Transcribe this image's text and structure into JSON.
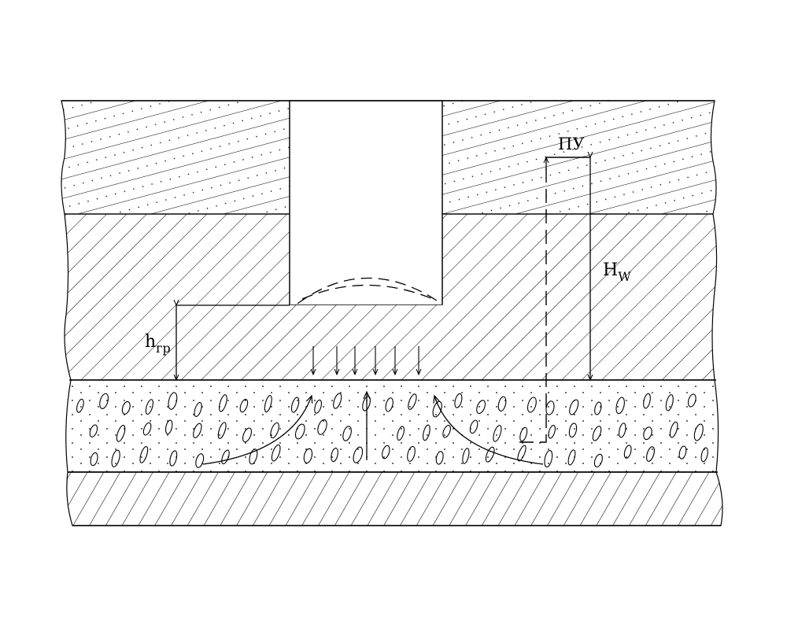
{
  "labels": {
    "h_main": "h",
    "h_sub": "гр",
    "H_main": "H",
    "H_sub": "W",
    "piezo": "ПУ"
  },
  "colors": {
    "stroke": "#000000",
    "background": "#ffffff"
  }
}
